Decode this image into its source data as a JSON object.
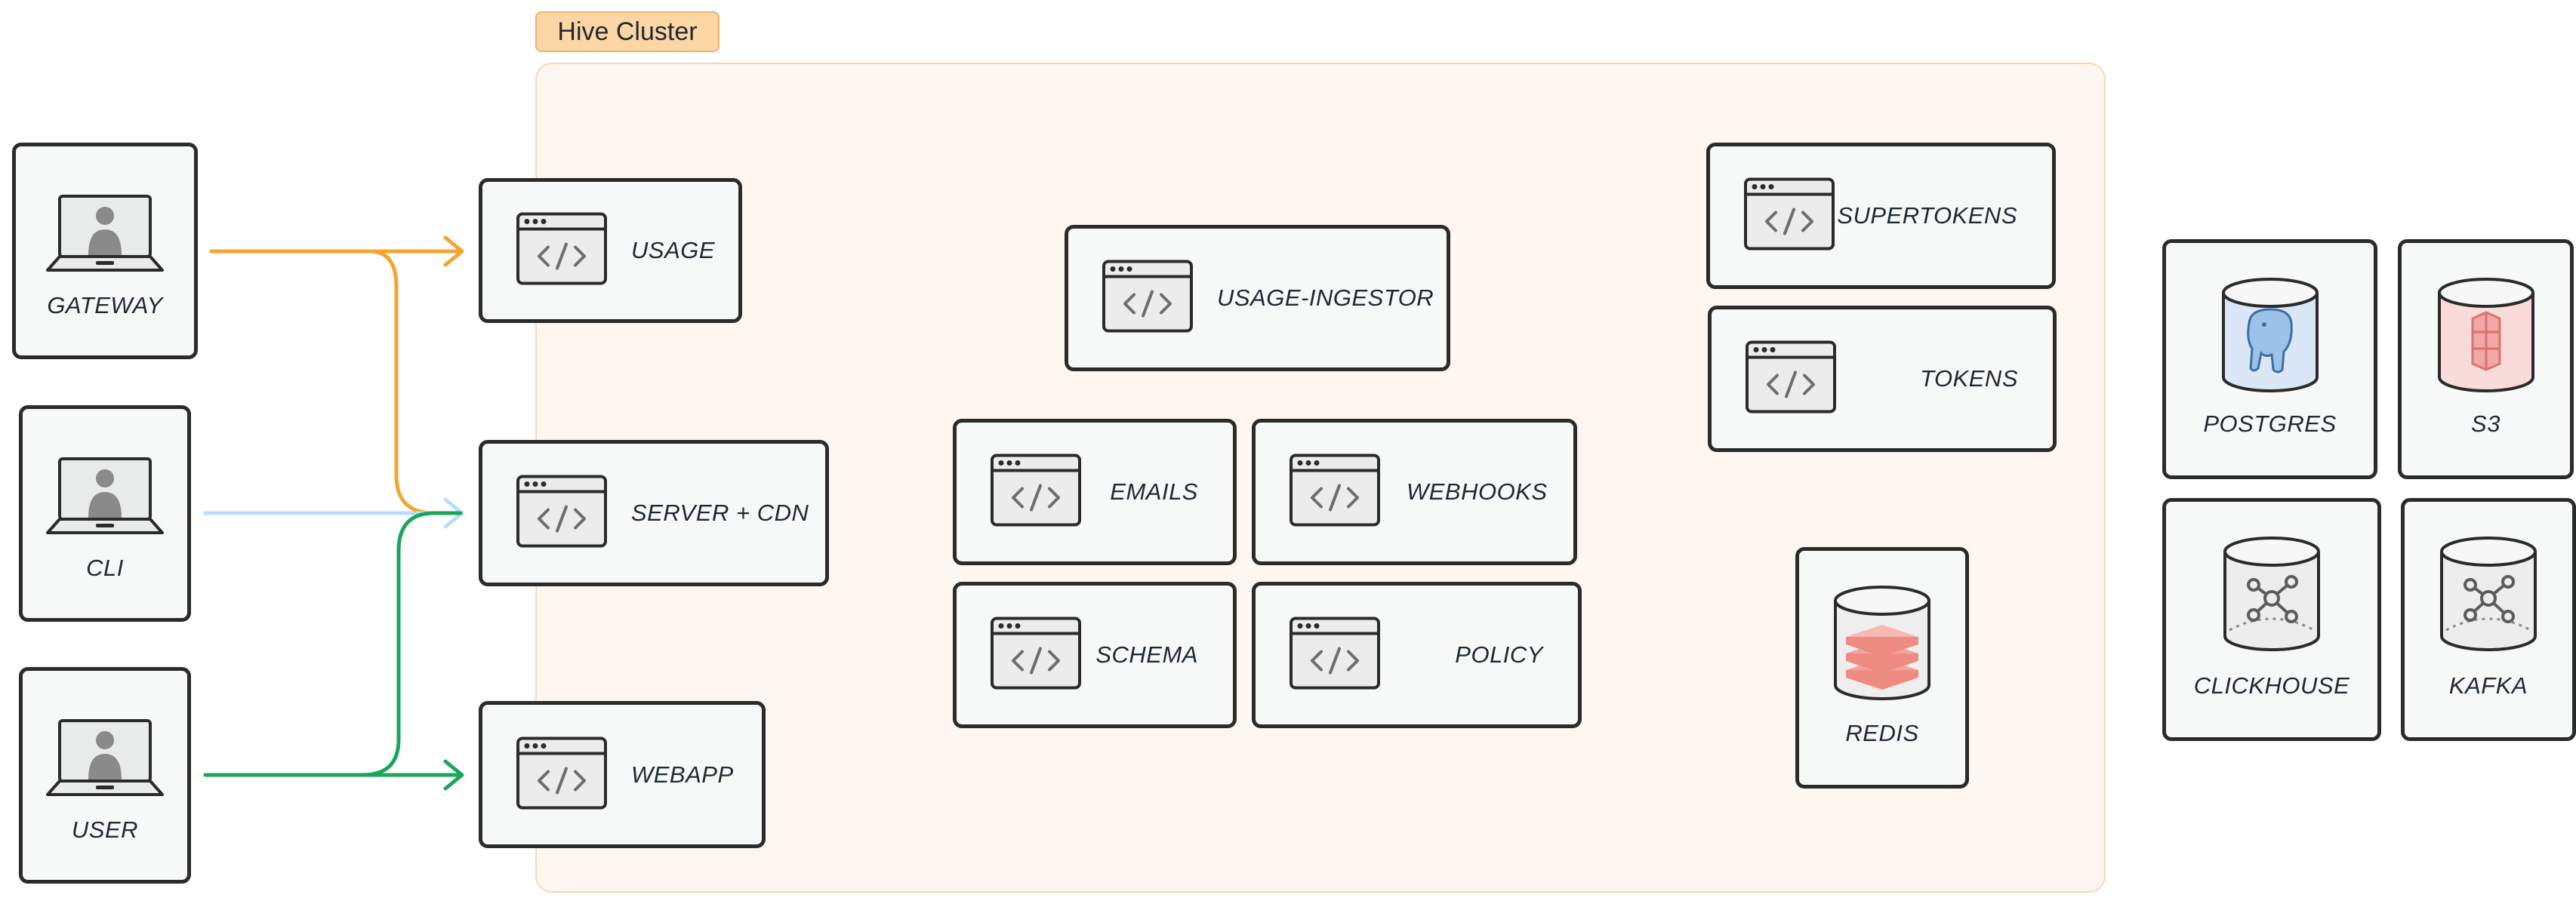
{
  "cluster": {
    "title": "Hive Cluster"
  },
  "clients": [
    {
      "label": "GATEWAY"
    },
    {
      "label": "CLI"
    },
    {
      "label": "USER"
    }
  ],
  "services": {
    "usage": "USAGE",
    "server_cdn": "SERVER + CDN",
    "webapp": "WEBAPP",
    "usage_ingestor": "USAGE-INGESTOR",
    "emails": "EMAILS",
    "webhooks": "WEBHOOKS",
    "schema": "SCHEMA",
    "policy": "POLICY",
    "supertokens": "SUPERTOKENS",
    "tokens": "TOKENS"
  },
  "datastores": {
    "redis": "REDIS",
    "postgres": "POSTGRES",
    "s3": "S3",
    "clickhouse": "CLICKHOUSE",
    "kafka": "KAFKA"
  },
  "connections": [
    {
      "from": "GATEWAY",
      "to": [
        "USAGE",
        "SERVER + CDN"
      ],
      "color": "#f5a431"
    },
    {
      "from": "CLI",
      "to": [
        "SERVER + CDN"
      ],
      "color": "#b9ddf8"
    },
    {
      "from": "USER",
      "to": [
        "SERVER + CDN",
        "WEBAPP"
      ],
      "color": "#1aa55a"
    }
  ],
  "icons": {
    "client": "laptop-user-icon",
    "service": "code-window-icon",
    "postgres": "postgres-elephant-icon",
    "s3": "s3-bucket-icon",
    "redis": "redis-stack-icon",
    "clickhouse": "cluster-nodes-icon",
    "kafka": "cluster-nodes-icon"
  },
  "colors": {
    "cluster_fill": "#fef7f1",
    "cluster_border": "#fad8b6",
    "tag_fill": "#fcd6a4",
    "gateway_line": "#f5a431",
    "cli_line": "#b9ddf8",
    "user_line": "#1aa55a",
    "redis_accent": "#f3a39a",
    "postgres_accent": "#9cc2e8",
    "s3_accent": "#f0a8a4"
  }
}
